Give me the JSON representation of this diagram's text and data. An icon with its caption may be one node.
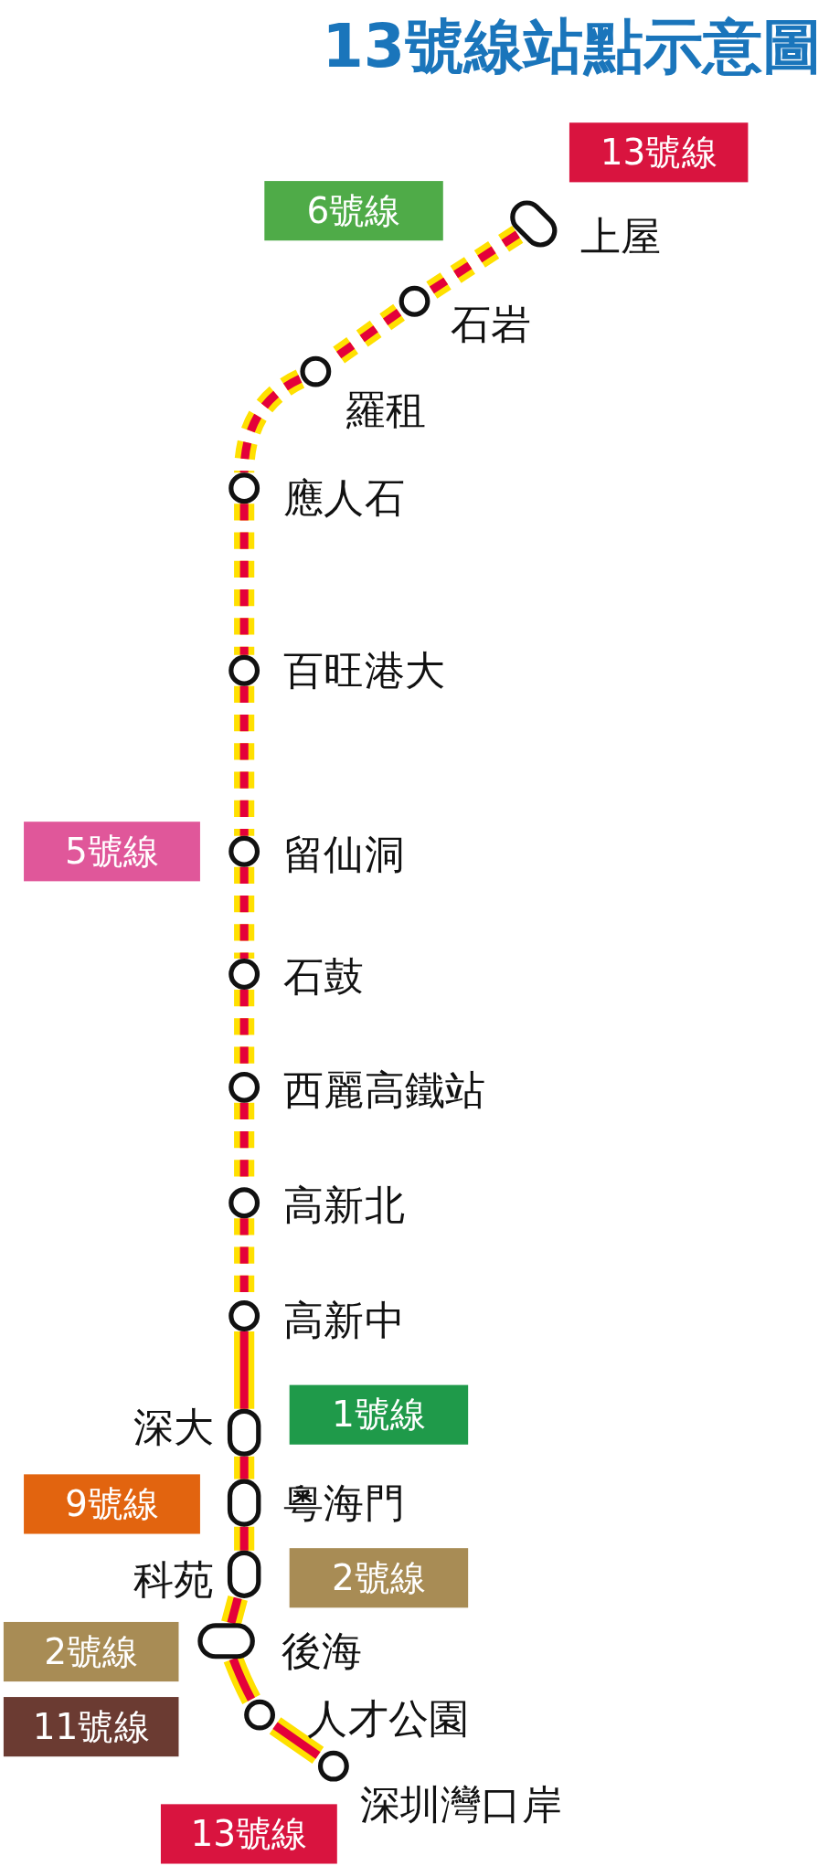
{
  "diagram": {
    "title": "13號線站點示意圖",
    "nodes": [
      {
        "text": [],
        "shape": "circle",
        "beside": [
          "上屋"
        ]
      },
      {
        "text": [],
        "shape": "circle",
        "beside": [
          "石岩"
        ]
      },
      {
        "text": [],
        "shape": "circle",
        "beside": [
          "羅租"
        ]
      },
      {
        "text": [],
        "shape": "circle",
        "beside": [
          "應人石"
        ]
      },
      {
        "text": [],
        "shape": "circle",
        "beside": [
          "百旺港大"
        ]
      },
      {
        "text": [],
        "shape": "circle",
        "beside": [
          "留仙洞"
        ]
      },
      {
        "text": [],
        "shape": "circle",
        "beside": [
          "石鼓"
        ]
      },
      {
        "text": [],
        "shape": "circle",
        "beside": [
          "西麗高鐵站"
        ]
      },
      {
        "text": [],
        "shape": "circle",
        "beside": [
          "高新北"
        ]
      },
      {
        "text": [],
        "shape": "circle",
        "beside": [
          "高新中"
        ]
      },
      {
        "text": [],
        "shape": "circle",
        "beside": [
          "深大"
        ]
      },
      {
        "text": [],
        "shape": "circle",
        "beside": [
          "粵海門"
        ]
      },
      {
        "text": [],
        "shape": "circle",
        "beside": [
          "科苑"
        ]
      },
      {
        "text": [],
        "shape": "circle",
        "beside": [
          "後海"
        ]
      },
      {
        "text": [],
        "shape": "circle",
        "beside": [
          "人才公園"
        ]
      },
      {
        "text": [],
        "shape": "circle",
        "beside": [
          "深圳灣口岸"
        ]
      }
    ],
    "edges": [
      {
        "from": 0,
        "to": 1,
        "arrow": "none",
        "style": "dashed"
      },
      {
        "from": 1,
        "to": 2,
        "arrow": "none",
        "style": "dashed"
      },
      {
        "from": 2,
        "to": 3,
        "arrow": "none",
        "style": "dashed"
      },
      {
        "from": 3,
        "to": 4,
        "arrow": "none",
        "style": "dashed"
      },
      {
        "from": 4,
        "to": 5,
        "arrow": "none",
        "style": "dashed"
      },
      {
        "from": 5,
        "to": 6,
        "arrow": "none",
        "style": "dashed"
      },
      {
        "from": 6,
        "to": 7,
        "arrow": "none",
        "style": "dashed"
      },
      {
        "from": 7,
        "to": 8,
        "arrow": "none",
        "style": "dashed"
      },
      {
        "from": 8,
        "to": 9,
        "arrow": "none",
        "style": "dashed"
      },
      {
        "from": 9,
        "to": 10,
        "arrow": "none"
      },
      {
        "from": 10,
        "to": 11,
        "arrow": "none"
      },
      {
        "from": 11,
        "to": 12,
        "arrow": "none"
      },
      {
        "from": 12,
        "to": 13,
        "arrow": "none"
      },
      {
        "from": 13,
        "to": 14,
        "arrow": "none"
      },
      {
        "from": 14,
        "to": 15,
        "arrow": "none"
      }
    ],
    "labels": [
      "13號線",
      "6號線",
      "5號線",
      "1號線",
      "9號線",
      "2號線",
      "2號線",
      "11號線",
      "13號線"
    ]
  }
}
